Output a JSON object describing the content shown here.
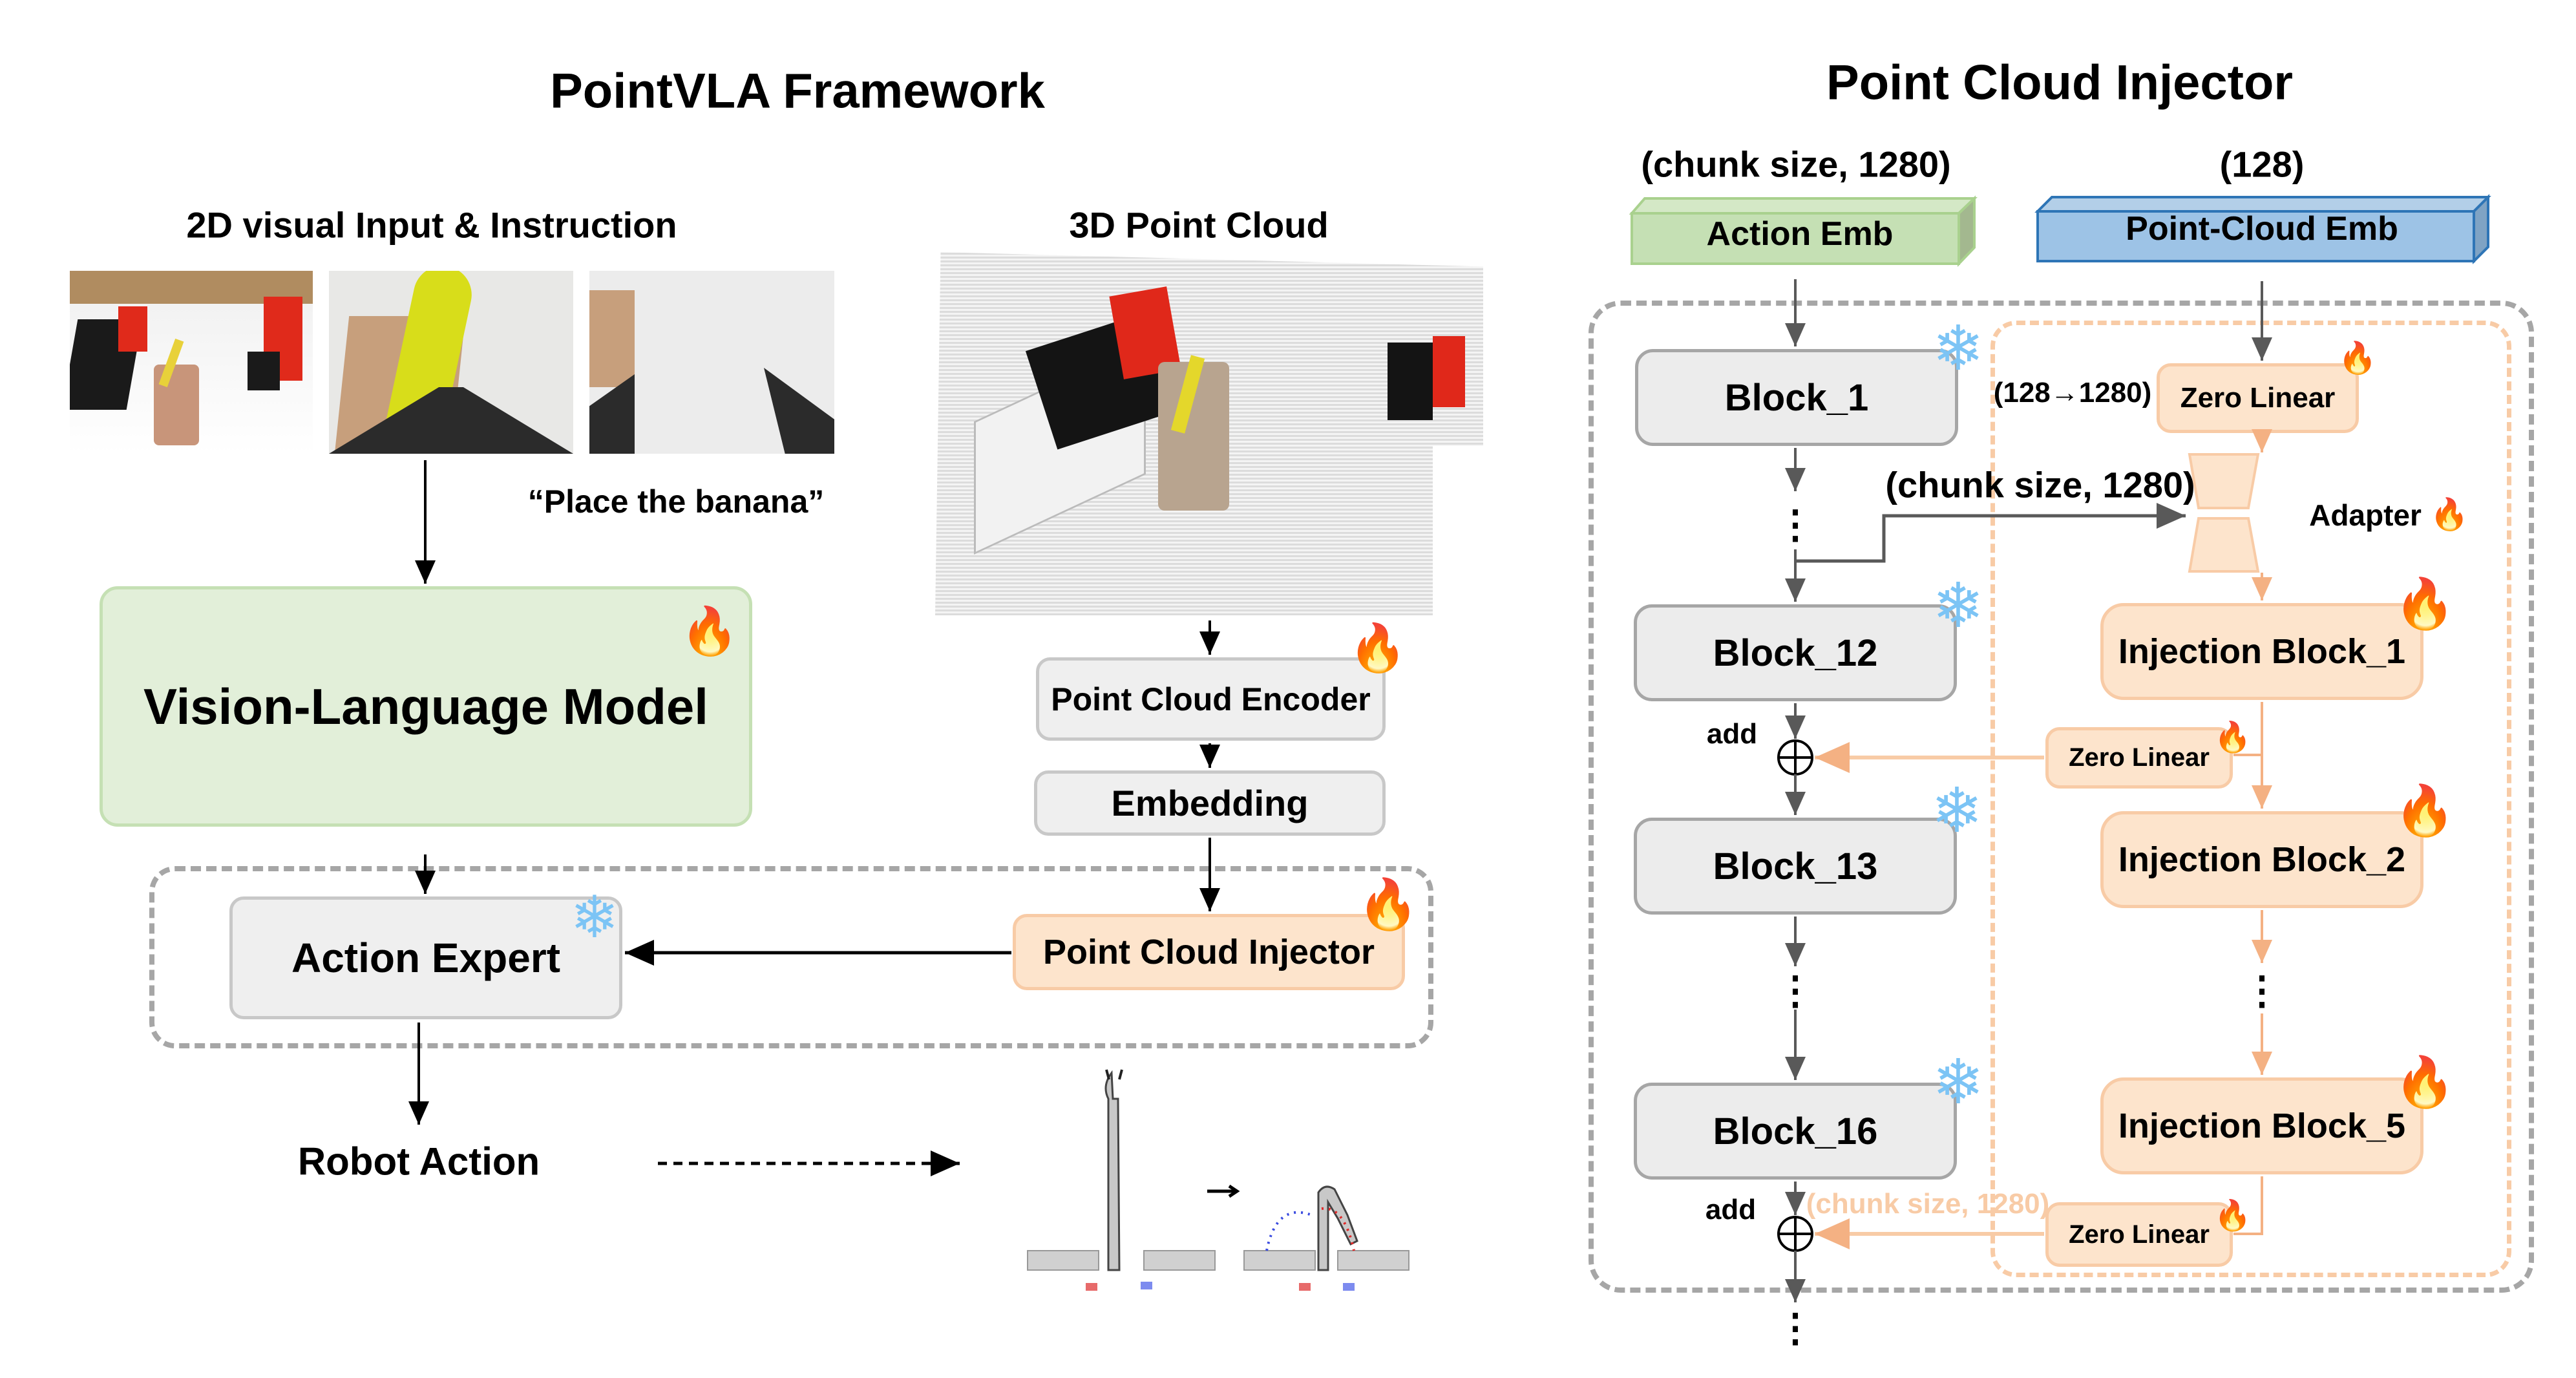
{
  "left_panel": {
    "title": "PointVLA Framework",
    "input_2d_heading": "2D visual Input & Instruction",
    "input_3d_heading": "3D Point Cloud",
    "instruction": "“Place the banana”",
    "vlm_label": "Vision-Language Model",
    "encoder_label": "Point Cloud Encoder",
    "embedding_label": "Embedding",
    "injector_label": "Point Cloud Injector",
    "action_expert_label": "Action Expert",
    "robot_action_label": "Robot Action",
    "images": [
      "camera-view-overview",
      "camera-view-wrist-left",
      "camera-view-wrist-right"
    ]
  },
  "right_panel": {
    "title": "Point Cloud Injector",
    "action_emb_dim": "(chunk size, 1280)",
    "pc_emb_dim": "(128)",
    "action_emb_label": "Action Emb",
    "pc_emb_label": "Point-Cloud Emb",
    "zero_linear_dim": "(128→1280)",
    "zero_linear_label": "Zero Linear",
    "adapter_label": "Adapter",
    "adapter_input_dim": "(chunk size, 1280)",
    "blocks": [
      "Block_1",
      "Block_12",
      "Block_13",
      "Block_16"
    ],
    "injection_blocks": [
      "Injection Block_1",
      "Injection Block_2",
      "Injection Block_5"
    ],
    "zero_linear_small": "Zero Linear",
    "add_label": "add",
    "faded_dim": "(chunk size, 1280)",
    "ellipsis": "⋮"
  },
  "legend_icons": {
    "trainable": "🔥",
    "frozen": "❄"
  },
  "colors": {
    "trainable_fill": "#fde4cc",
    "trainable_border": "#f8cba6",
    "frozen_fill": "#ececec",
    "vlm_fill": "#e2efd9",
    "action_emb_fill": "#c5e0b4",
    "pc_emb_fill": "#9dc3e6",
    "snowflake": "#7cc4f5"
  }
}
